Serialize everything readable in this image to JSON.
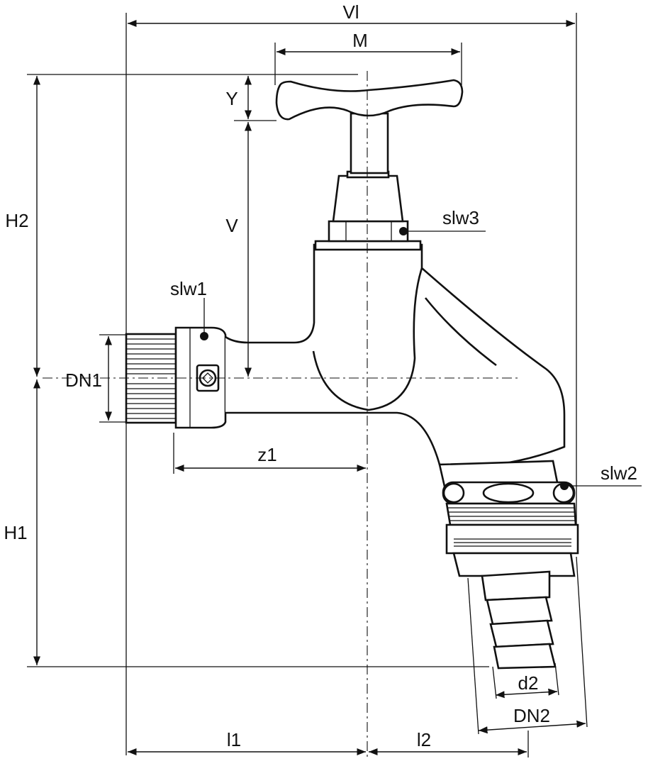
{
  "dimension_labels": {
    "vl": "Vl",
    "m": "M",
    "y": "Y",
    "v": "V",
    "h2": "H2",
    "h1": "H1",
    "dn1": "DN1",
    "z1": "z1",
    "l1": "l1",
    "l2": "l2",
    "d2": "d2",
    "dn2": "DN2"
  },
  "wrench_labels": {
    "slw1": "slw1",
    "slw2": "slw2",
    "slw3": "slw3"
  }
}
